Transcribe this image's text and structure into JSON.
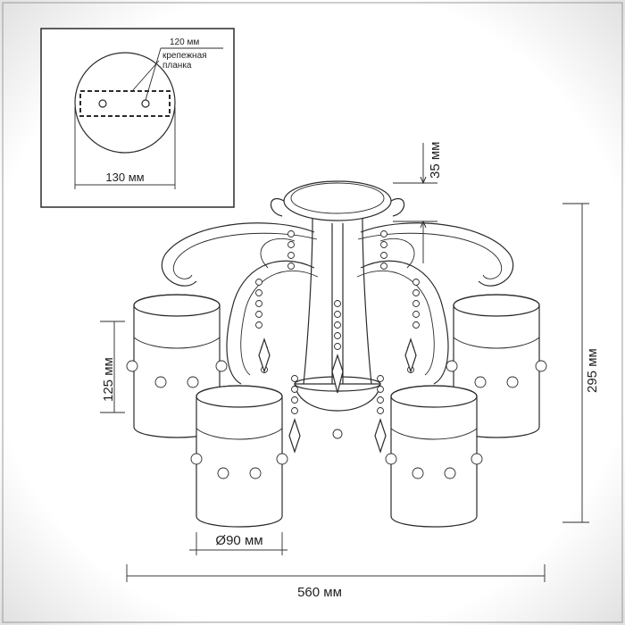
{
  "inset": {
    "label_mount_spacing": "120 мм",
    "label_plate_line1": "крепежная",
    "label_plate_line2": "планка",
    "label_base_diameter": "130 мм"
  },
  "dimensions": {
    "top_height": "35 мм",
    "shade_height": "125 мм",
    "total_height": "295 мм",
    "shade_diameter": "Ø90 мм",
    "total_width": "560 мм"
  }
}
